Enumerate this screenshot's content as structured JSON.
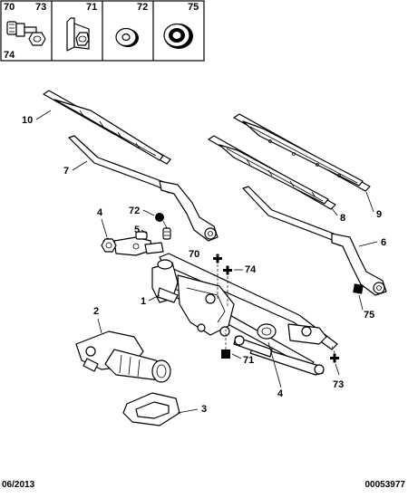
{
  "header_boxes": [
    {
      "ref_a": "70",
      "ref_b": "73",
      "ref_c": "74"
    },
    {
      "ref": "71"
    },
    {
      "ref": "72"
    },
    {
      "ref": "75"
    }
  ],
  "callouts": {
    "c10": "10",
    "c7": "7",
    "c9": "9",
    "c8": "8",
    "c6": "6",
    "c4a": "4",
    "c72": "72",
    "c5": "5",
    "c70": "70",
    "c74": "74",
    "c1": "1",
    "c75": "75",
    "c2": "2",
    "c71": "71",
    "c4b": "4",
    "c73": "73",
    "c3": "3"
  },
  "footer": {
    "date": "06/2013",
    "doc_number": "00053977"
  },
  "colors": {
    "ink": "#000000",
    "paper": "#ffffff"
  }
}
